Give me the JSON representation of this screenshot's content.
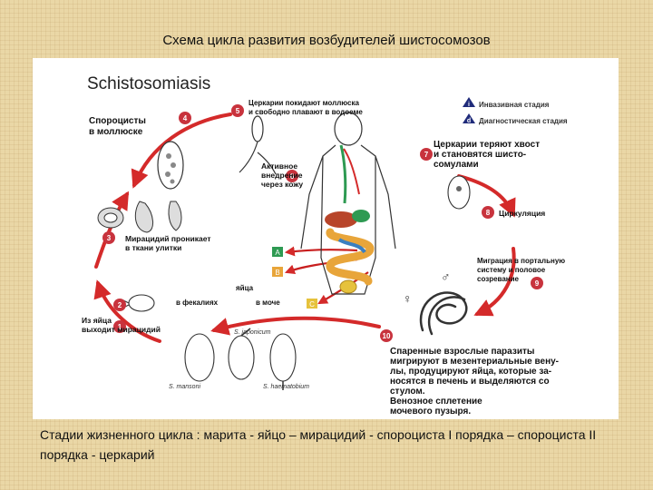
{
  "slide": {
    "title": "Схема цикла развития возбудителей шистосомозов",
    "caption": "Стадии жизненного цикла : марита - яйцо – мирацидий - спороциста I порядка – спороциста II порядка - церкарий"
  },
  "diagram": {
    "heading": "Schistosomiasis",
    "legend": {
      "i_label": "Инвазивная стадия",
      "d_label": "Диагностическая стадия"
    },
    "stages": [
      {
        "num": "1",
        "text": [
          "Из яйца",
          "выходит мирацидий"
        ]
      },
      {
        "num": "2",
        "text": []
      },
      {
        "num": "3",
        "text": [
          "Мирацидий проникает",
          "в ткани улитки"
        ]
      },
      {
        "num": "4",
        "text": [
          "Спороцисты",
          "в моллюске"
        ]
      },
      {
        "num": "5",
        "text": [
          "Церкарии покидают моллюска",
          "и свободно плавают в водоеме"
        ]
      },
      {
        "num": "6",
        "text": [
          "Активное",
          "внедрение",
          "через кожу"
        ]
      },
      {
        "num": "7",
        "text": [
          "Церкарии теряют хвост",
          "и становятся шисто-",
          "сомулами"
        ]
      },
      {
        "num": "8",
        "text": [
          "Циркуляция"
        ]
      },
      {
        "num": "9",
        "text": [
          "Миграция в портальную",
          "систему и половое",
          "созревание"
        ]
      },
      {
        "num": "10",
        "text": [
          "Спаренные взрослые паразиты",
          "мигрируют в мезентериальные вену-",
          "лы, продуцируют яйца, которые за-",
          "носятся в печень и выделяются со",
          "стулом.",
          "Венозное сплетение",
          "мочевого пузыря."
        ]
      }
    ],
    "egg_labels": {
      "feces": "в фекалиях",
      "urine": "в моче",
      "eggs": "яйца"
    },
    "species": [
      "S. japonicum",
      "S. mansoni",
      "S. haematobium"
    ],
    "organ_tags": [
      "A",
      "B",
      "C"
    ],
    "sex_symbols": {
      "male": "♂",
      "female": "♀"
    },
    "colors": {
      "stage_circle": "#c8333d",
      "arrow": "#d42a2a",
      "legend_badge": "#1f2b7a",
      "tag_green": "#2e9a52",
      "tag_orange": "#e8a53a",
      "tag_yellow": "#e6c23c"
    }
  }
}
